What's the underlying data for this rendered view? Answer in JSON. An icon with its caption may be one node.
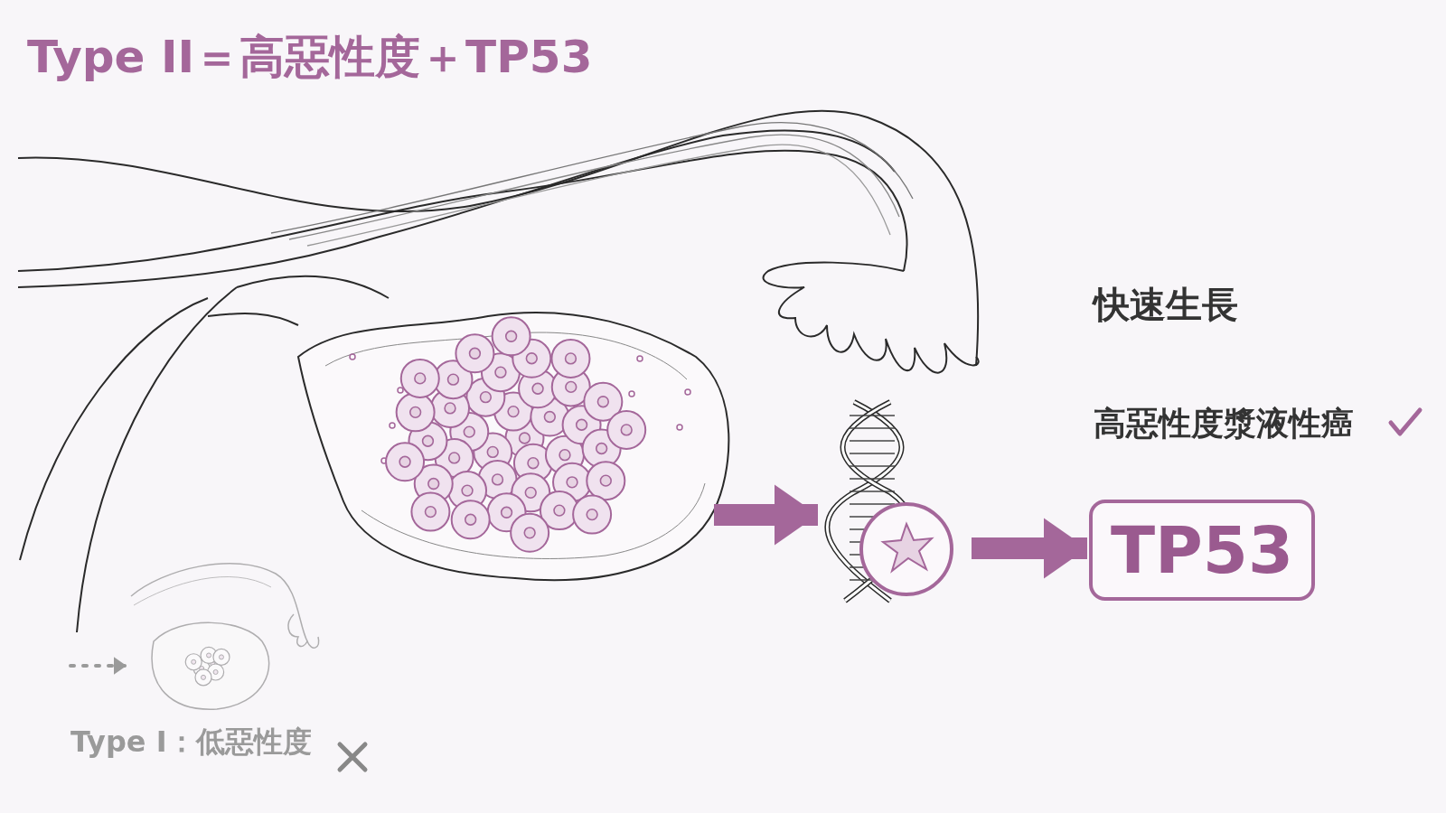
{
  "diagram": {
    "title": "Type II＝高惡性度＋TP53",
    "nodes": [
      {
        "text": [],
        "shape": "picture"
      },
      {
        "text": [],
        "shape": "picture"
      },
      {
        "text": [
          "TP53"
        ]
      },
      {
        "text": [],
        "shape": "picture",
        "beside": [
          "Type I：低惡性度"
        ]
      }
    ],
    "edges": [
      {
        "from": 0,
        "to": 1,
        "arrow": "to"
      },
      {
        "from": 1,
        "to": 2,
        "arrow": "to"
      },
      {
        "from": null,
        "to": 3,
        "arrow": "to",
        "style": "dashed",
        "color": "#9a9a9a"
      }
    ],
    "labels": [
      "快速生長",
      "高惡性度漿液性癌"
    ]
  }
}
